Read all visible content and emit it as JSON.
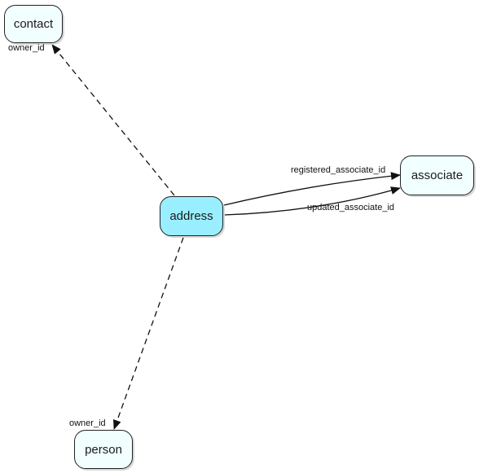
{
  "diagram": {
    "nodes": {
      "contact": "contact",
      "address": "address",
      "associate": "associate",
      "person": "person"
    },
    "edges": {
      "address_contact": {
        "label": "owner_id",
        "style": "dashed"
      },
      "address_person": {
        "label": "owner_id",
        "style": "dashed"
      },
      "registered": {
        "label": "registered_associate_id",
        "style": "solid"
      },
      "updated": {
        "label": "updated_associate_id",
        "style": "solid"
      }
    },
    "colors": {
      "focus_node": "#99efff",
      "other_node": "#f2ffff",
      "edge": "#111111"
    }
  }
}
